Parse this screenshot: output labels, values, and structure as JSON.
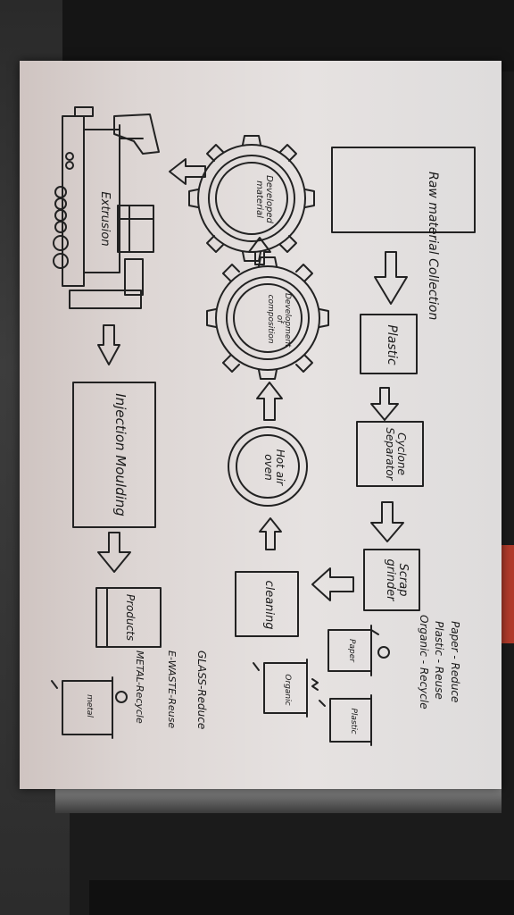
{
  "steps": {
    "raw": "Raw material Collection",
    "plastic": "Plastic",
    "cyclone": "Cyclone Separator",
    "scrap": "Scrap grinder",
    "cleaning": "cleaning",
    "oven": "Hot air oven",
    "composition": "Development of composition",
    "developed": "Developed material",
    "extrusion": "Extrusion",
    "injection": "Injection Moulding",
    "products": "Products"
  },
  "bins": {
    "paper": "Paper",
    "organic": "Organic",
    "plastic": "Plastic",
    "metal": "metal"
  },
  "legend": {
    "l1": "Paper - Reduce",
    "l2": "Plastic - Reuse",
    "l3": "Organic - Recycle",
    "l4": "GLASS-Reduce",
    "l5": "E-WASTE-Reuse",
    "l6": "METAL-Recycle"
  }
}
